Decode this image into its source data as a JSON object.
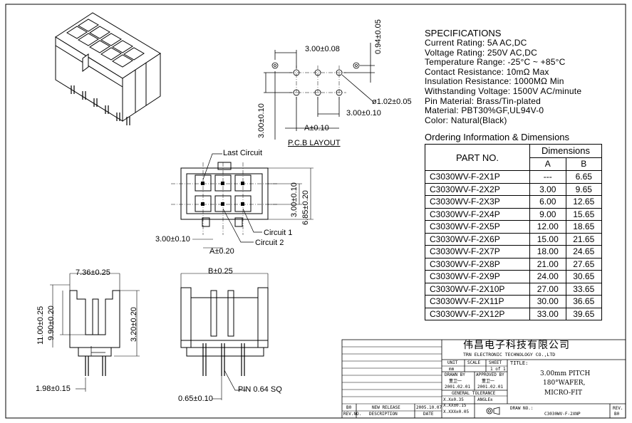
{
  "specifications": {
    "heading": "SPECIFICATIONS",
    "lines": [
      "Current Rating: 5A AC,DC",
      "Voltage Rating: 250V AC,DC",
      "Temperature Range: -25°C ~ +85°C",
      "Contact Resistance: 10mΩ Max",
      "Insulation Resistance: 1000MΩ Min",
      "Withstanding Voltage: 1500V AC/minute",
      "Pin Material: Brass/Tin-plated",
      "Material: PBT30%GF,UL94V-0",
      "Color: Natural(Black)"
    ]
  },
  "ordering": {
    "heading": "Ordering Information & Dimensions",
    "col_part": "PART NO.",
    "col_dimensions": "Dimensions",
    "col_a": "A",
    "col_b": "B",
    "rows": [
      {
        "part": "C3030WV-F-2X1P",
        "a": "---",
        "b": "6.65"
      },
      {
        "part": "C3030WV-F-2X2P",
        "a": "3.00",
        "b": "9.65"
      },
      {
        "part": "C3030WV-F-2X3P",
        "a": "6.00",
        "b": "12.65"
      },
      {
        "part": "C3030WV-F-2X4P",
        "a": "9.00",
        "b": "15.65"
      },
      {
        "part": "C3030WV-F-2X5P",
        "a": "12.00",
        "b": "18.65"
      },
      {
        "part": "C3030WV-F-2X6P",
        "a": "15.00",
        "b": "21.65"
      },
      {
        "part": "C3030WV-F-2X7P",
        "a": "18.00",
        "b": "24.65"
      },
      {
        "part": "C3030WV-F-2X8P",
        "a": "21.00",
        "b": "27.65"
      },
      {
        "part": "C3030WV-F-2X9P",
        "a": "24.00",
        "b": "30.65"
      },
      {
        "part": "C3030WV-F-2X10P",
        "a": "27.00",
        "b": "33.65"
      },
      {
        "part": "C3030WV-F-2X11P",
        "a": "30.00",
        "b": "36.65"
      },
      {
        "part": "C3030WV-F-2X12P",
        "a": "33.00",
        "b": "39.65"
      }
    ]
  },
  "pcb_layout": {
    "title": "P.C.B LAYOUT",
    "dim_pitch_top": "3.00±0.08",
    "dim_vertical_top": "0.94±0.05",
    "dim_hole": "ø1.02±0.05",
    "dim_pitch_right": "3.00±0.10",
    "dim_vertical_left": "3.00±0.10",
    "dim_a": "A±0.10"
  },
  "top_view": {
    "last_circuit": "Last Circuit",
    "circuit1": "Circuit 1",
    "circuit2": "Circuit 2",
    "dim_pitch_left": "3.00±0.10",
    "dim_a": "A±0.20",
    "dim_right1": "3.00±0.10",
    "dim_right2": "6.85±0.20"
  },
  "side_view": {
    "dim_width": "7.36±0.25",
    "dim_h1": "11.00±0.25",
    "dim_h2": "9.90±0.20",
    "dim_h3": "3.20±0.20",
    "dim_bottom": "1.98±0.15"
  },
  "front_view": {
    "dim_b": "B±0.25",
    "pin_note": "PIN 0.64 SQ",
    "dim_pin": "0.65±0.10"
  },
  "title_block": {
    "company_cn": "伟昌电子科技有限公司",
    "company_en": "TRN ELECTRONIC TECHNOLOGY CO.,LTD",
    "unit_label": "UNIT",
    "unit_value": "mm",
    "scale_label": "SCALE",
    "sheet_label": "SHEET",
    "sheet_value": "1 of 1",
    "title_label": "TITLE:",
    "title_lines": [
      "3.00mm PITCH",
      "180°WAFER,",
      "MICRO-FIT"
    ],
    "drawn_by_label": "DRAWN BY",
    "drawn_by_name": "董卫一",
    "drawn_date": "2001.02.01",
    "approved_by_label": "APPROVED BY",
    "approved_by_name": "董卫一",
    "approved_date": "2001.02.01",
    "tolerance_label": "GENERAL TOLERANCE",
    "tol1": "X.X±0.35",
    "tol2": "X.XX±0.15",
    "tol3": "X.XXX±0.05",
    "angle_label": "ANGLE±",
    "rev_code": "B0",
    "rev_desc": "NEW RELEASE",
    "rev_date": "2005.10.07",
    "rev_no_label": "REV.NO.",
    "desc_label": "DESCRIPTION",
    "date_label": "DATE",
    "draw_no_label": "DRAW NO.:",
    "draw_no": "C3030WV-F-2XNP",
    "rev_label": "REV.",
    "rev_value": "B0"
  }
}
